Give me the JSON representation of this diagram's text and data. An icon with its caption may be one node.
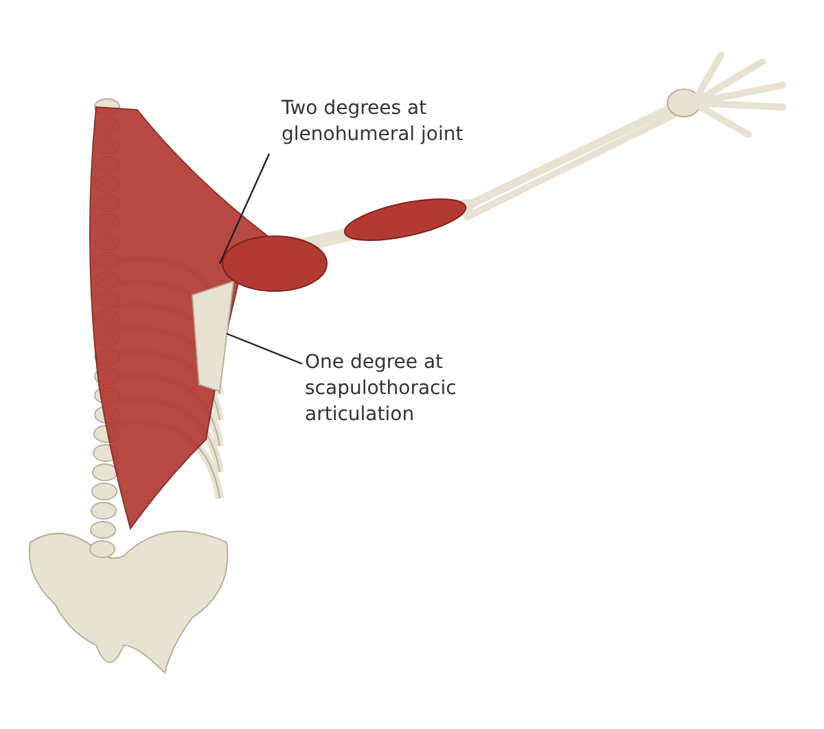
{
  "diagram": {
    "nodes": [
      {
        "text": [
          "Two degrees at glenohumeral joint"
        ]
      },
      {
        "text": [
          "One degree at scapulothoracic articulation"
        ]
      }
    ],
    "edges": [
      {
        "from": 0,
        "to": null,
        "arrow": "none"
      },
      {
        "from": 1,
        "to": null,
        "arrow": "none"
      }
    ]
  }
}
